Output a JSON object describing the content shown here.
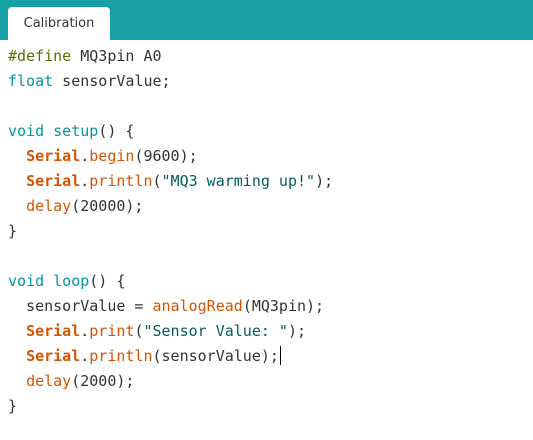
{
  "tabs": [
    {
      "label": "Calibration",
      "active": true
    }
  ],
  "colors": {
    "tabbar": "#17a1a5",
    "keyword": "#00979c",
    "function": "#d35400",
    "preprocessor": "#5e6d03",
    "string": "#005c5f",
    "text": "#333333"
  },
  "code": {
    "lines": [
      [
        {
          "t": "#define",
          "c": "pp"
        },
        {
          "t": " MQ3pin A0",
          "c": "txt"
        }
      ],
      [
        {
          "t": "float",
          "c": "kw"
        },
        {
          "t": " sensorValue;",
          "c": "txt"
        }
      ],
      [],
      [
        {
          "t": "void",
          "c": "kw"
        },
        {
          "t": " ",
          "c": "txt"
        },
        {
          "t": "setup",
          "c": "kw"
        },
        {
          "t": "() {",
          "c": "txt"
        }
      ],
      [
        {
          "t": "  ",
          "c": "txt"
        },
        {
          "t": "Serial",
          "c": "obj"
        },
        {
          "t": ".",
          "c": "txt"
        },
        {
          "t": "begin",
          "c": "fn"
        },
        {
          "t": "(9600);",
          "c": "txt"
        }
      ],
      [
        {
          "t": "  ",
          "c": "txt"
        },
        {
          "t": "Serial",
          "c": "obj"
        },
        {
          "t": ".",
          "c": "txt"
        },
        {
          "t": "println",
          "c": "fn"
        },
        {
          "t": "(",
          "c": "txt"
        },
        {
          "t": "\"MQ3 warming up!\"",
          "c": "str"
        },
        {
          "t": ");",
          "c": "txt"
        }
      ],
      [
        {
          "t": "  ",
          "c": "txt"
        },
        {
          "t": "delay",
          "c": "fn"
        },
        {
          "t": "(20000);",
          "c": "txt"
        }
      ],
      [
        {
          "t": "}",
          "c": "txt"
        }
      ],
      [],
      [
        {
          "t": "void",
          "c": "kw"
        },
        {
          "t": " ",
          "c": "txt"
        },
        {
          "t": "loop",
          "c": "kw"
        },
        {
          "t": "() {",
          "c": "txt"
        }
      ],
      [
        {
          "t": "  sensorValue = ",
          "c": "txt"
        },
        {
          "t": "analogRead",
          "c": "fn"
        },
        {
          "t": "(MQ3pin);",
          "c": "txt"
        }
      ],
      [
        {
          "t": "  ",
          "c": "txt"
        },
        {
          "t": "Serial",
          "c": "obj"
        },
        {
          "t": ".",
          "c": "txt"
        },
        {
          "t": "print",
          "c": "fn"
        },
        {
          "t": "(",
          "c": "txt"
        },
        {
          "t": "\"Sensor Value: \"",
          "c": "str"
        },
        {
          "t": ");",
          "c": "txt"
        }
      ],
      [
        {
          "t": "  ",
          "c": "txt"
        },
        {
          "t": "Serial",
          "c": "obj"
        },
        {
          "t": ".",
          "c": "txt"
        },
        {
          "t": "println",
          "c": "fn"
        },
        {
          "t": "(sensorValue);",
          "c": "txt"
        }
      ],
      [
        {
          "t": "  ",
          "c": "txt"
        },
        {
          "t": "delay",
          "c": "fn"
        },
        {
          "t": "(2000);",
          "c": "txt"
        }
      ],
      [
        {
          "t": "}",
          "c": "txt"
        }
      ]
    ],
    "caret_line": 12
  }
}
